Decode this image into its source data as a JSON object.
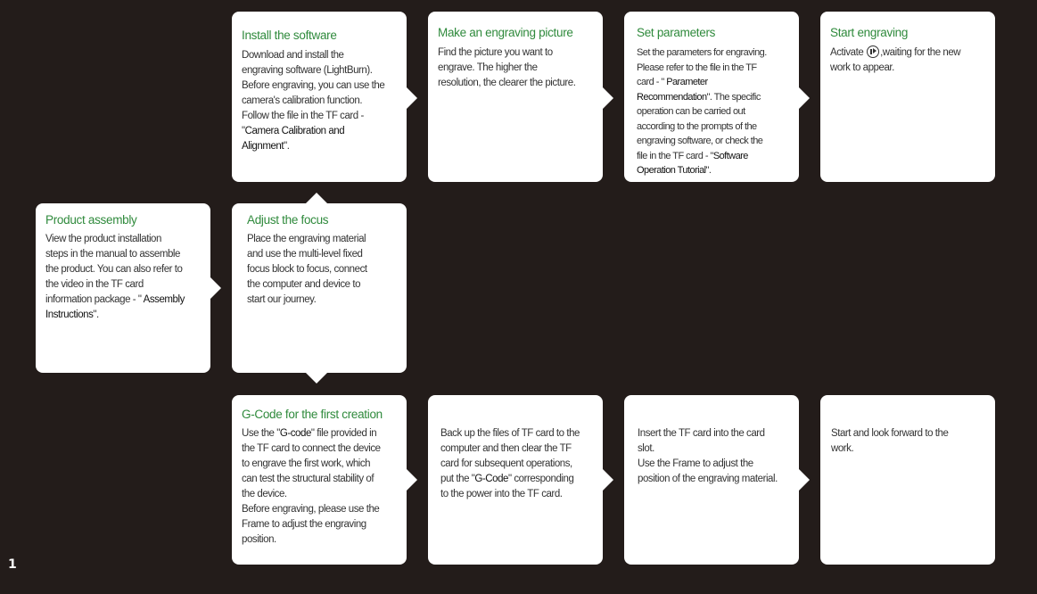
{
  "page_number": "1",
  "cards": {
    "install": {
      "title": "Install the software",
      "text_1": "Download and install the\nengraving software (LightBurn).\nBefore engraving, you can use the\ncamera's calibration function.\nFollow the file in the TF card -\n\"",
      "highlight": "Camera Calibration and\nAlignment",
      "text_2": "\"."
    },
    "picture": {
      "title": "Make an engraving picture",
      "text": "Find the picture you want to\nengrave. The higher the\nresolution, the clearer the picture."
    },
    "parameters": {
      "title": "Set parameters",
      "text_1": "Set the parameters for engraving.\nPlease refer to the file in the TF\ncard - \" ",
      "highlight_1": "Parameter\nRecommendation",
      "text_2": "\". The specific\noperation can be carried out\naccording to the prompts of the\nengraving software, or check the\nfile in the TF card - \"",
      "highlight_2": "Software\nOperation Tutorial",
      "text_3": "\"."
    },
    "start": {
      "title": "Start engraving",
      "text_1": "Activate ",
      "icon": "play-pause-icon",
      "text_2": ",waiting for the new\nwork to appear."
    },
    "assembly": {
      "title": "Product assembly",
      "text_1": "View the product installation\nsteps in the manual to assemble\nthe product. You can also refer to\nthe video in the TF card\ninformation package - \" ",
      "highlight": "Assembly\nInstructions",
      "text_2": "\"."
    },
    "focus": {
      "title": "Adjust the focus",
      "text": "Place the engraving material\nand use the multi-level fixed\nfocus block to focus, connect\nthe computer and device to\nstart our journey."
    },
    "gcode": {
      "title": "G-Code for the first creation",
      "text_1": "Use the \"",
      "highlight": "G-code",
      "text_2": "\" file provided in\nthe TF card to connect the device\nto engrave the first work, which\ncan test the structural stability of\nthe device.\nBefore engraving, please use the\nFrame to adjust the engraving\nposition."
    },
    "backup": {
      "text_1": "Back up the files of TF card to the\ncomputer and then clear the TF\ncard for subsequent operations,\nput the \"",
      "highlight": "G-Code",
      "text_2": "\" corresponding\nto the power into the TF card."
    },
    "insert": {
      "text": "Insert the TF card into the card\nslot.\nUse the Frame to adjust the\nposition of the engraving material."
    },
    "finish": {
      "text": "Start and look forward to the\nwork."
    }
  }
}
